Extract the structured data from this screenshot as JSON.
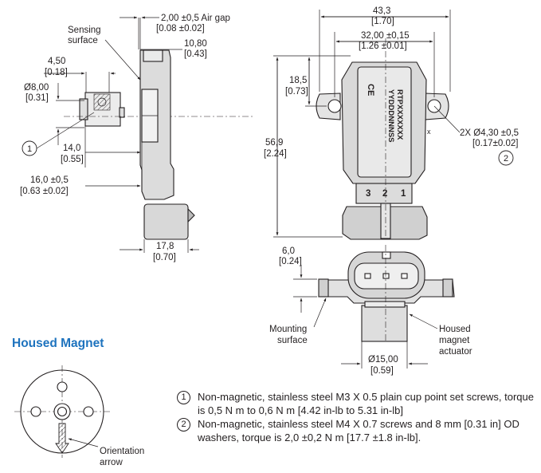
{
  "section_title": "Housed Magnet",
  "dimensions": {
    "air_gap": "2,00 ±0,5 Air gap",
    "air_gap_in": "[0.08 ±0.02]",
    "d10_80": "10,80",
    "d10_80_in": "[0.43]",
    "d4_50": "4,50",
    "d4_50_in": "[0.18]",
    "d8_00": "Ø8,00",
    "d8_00_in": "[0.31]",
    "d14_0": "14,0",
    "d14_0_in": "[0.55]",
    "d16_0": "16,0 ±0,5",
    "d16_0_in": "[0.63 ±0.02]",
    "d17_8": "17,8",
    "d17_8_in": "[0.70]",
    "d43_3": "43,3",
    "d43_3_in": "[1.70]",
    "d32_00": "32,00 ±0,15",
    "d32_00_in": "[1.26 ±0.01]",
    "d18_5": "18,5",
    "d18_5_in": "[0.73]",
    "d56_9": "56,9",
    "d56_9_in": "[2.24]",
    "hole": "2X Ø4,30 ±0,5",
    "hole_in": "[0.17±0.02]",
    "d6_0": "6,0",
    "d6_0_in": "[0.24]",
    "d15_00": "Ø15,00",
    "d15_00_in": "[0.59]"
  },
  "labels": {
    "sensing_line1": "Sensing",
    "sensing_line2": "surface",
    "mounting_line1": "Mounting",
    "mounting_line2": "surface",
    "housed_line1": "Housed",
    "housed_line2": "magnet",
    "housed_line3": "actuator",
    "orientation_line1": "Orientation",
    "orientation_line2": "arrow",
    "pins": [
      "3",
      "2",
      "1"
    ],
    "ce_mark": "CE",
    "part_text_1": "YYDDDNNNSS",
    "part_text_2": "RTPXXXXXXX",
    "callout_1": "1",
    "callout_2": "2"
  },
  "notes": [
    {
      "num": "1",
      "text": "Non-magnetic, stainless steel M3 X 0.5 plain cup point set screws, torque is 0,5 N m to 0,6 N m [4.42 in-lb to 5.31 in-lb]"
    },
    {
      "num": "2",
      "text": "Non-magnetic, stainless steel M4 X 0.7 screws and 8 mm [0.31 in] OD washers, torque is 2,0 ±0,2 N m [17.7 ±1.8 in-lb]."
    }
  ]
}
